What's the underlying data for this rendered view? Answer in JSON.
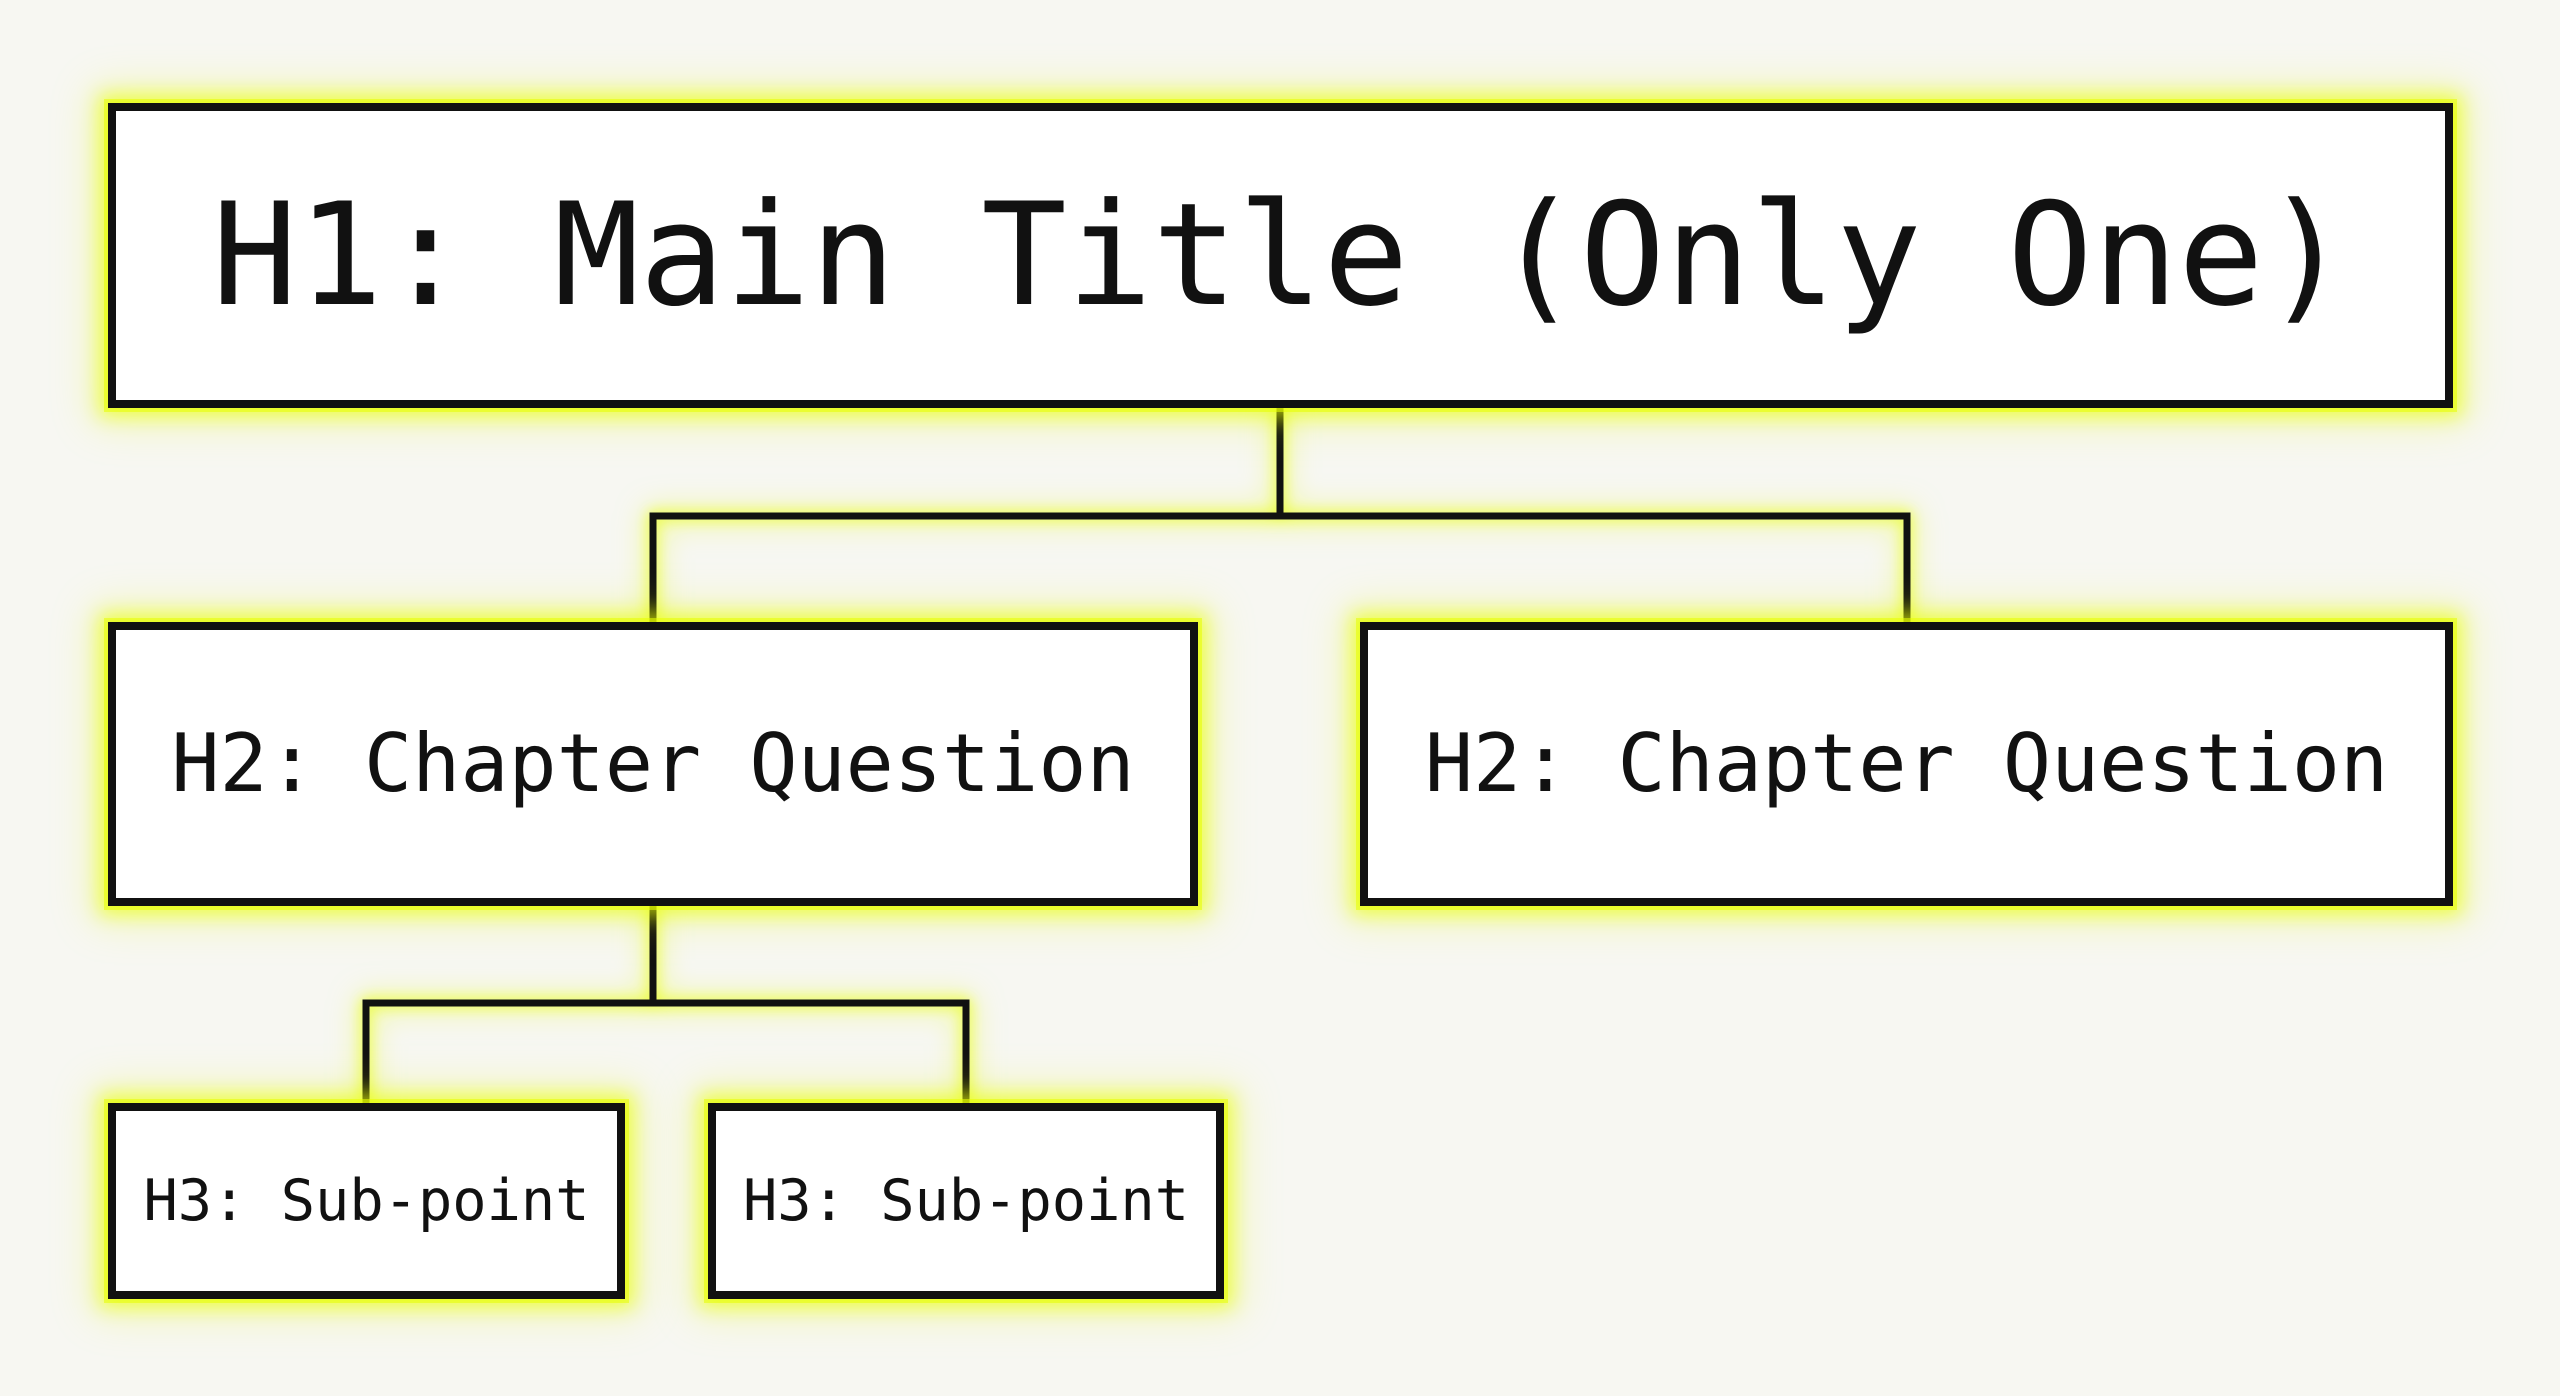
{
  "diagram": {
    "root": {
      "label": "H1: Main Title (Only One)"
    },
    "chapters": [
      {
        "label": "H2: Chapter Question",
        "subpoints": [
          {
            "label": "H3: Sub-point"
          },
          {
            "label": "H3: Sub-point"
          }
        ]
      },
      {
        "label": "H2: Chapter Question",
        "subpoints": []
      }
    ]
  },
  "colors": {
    "background": "#f7f7f2",
    "box_fill": "#ffffff",
    "stroke": "#111111",
    "glow": "#e8ff00"
  }
}
